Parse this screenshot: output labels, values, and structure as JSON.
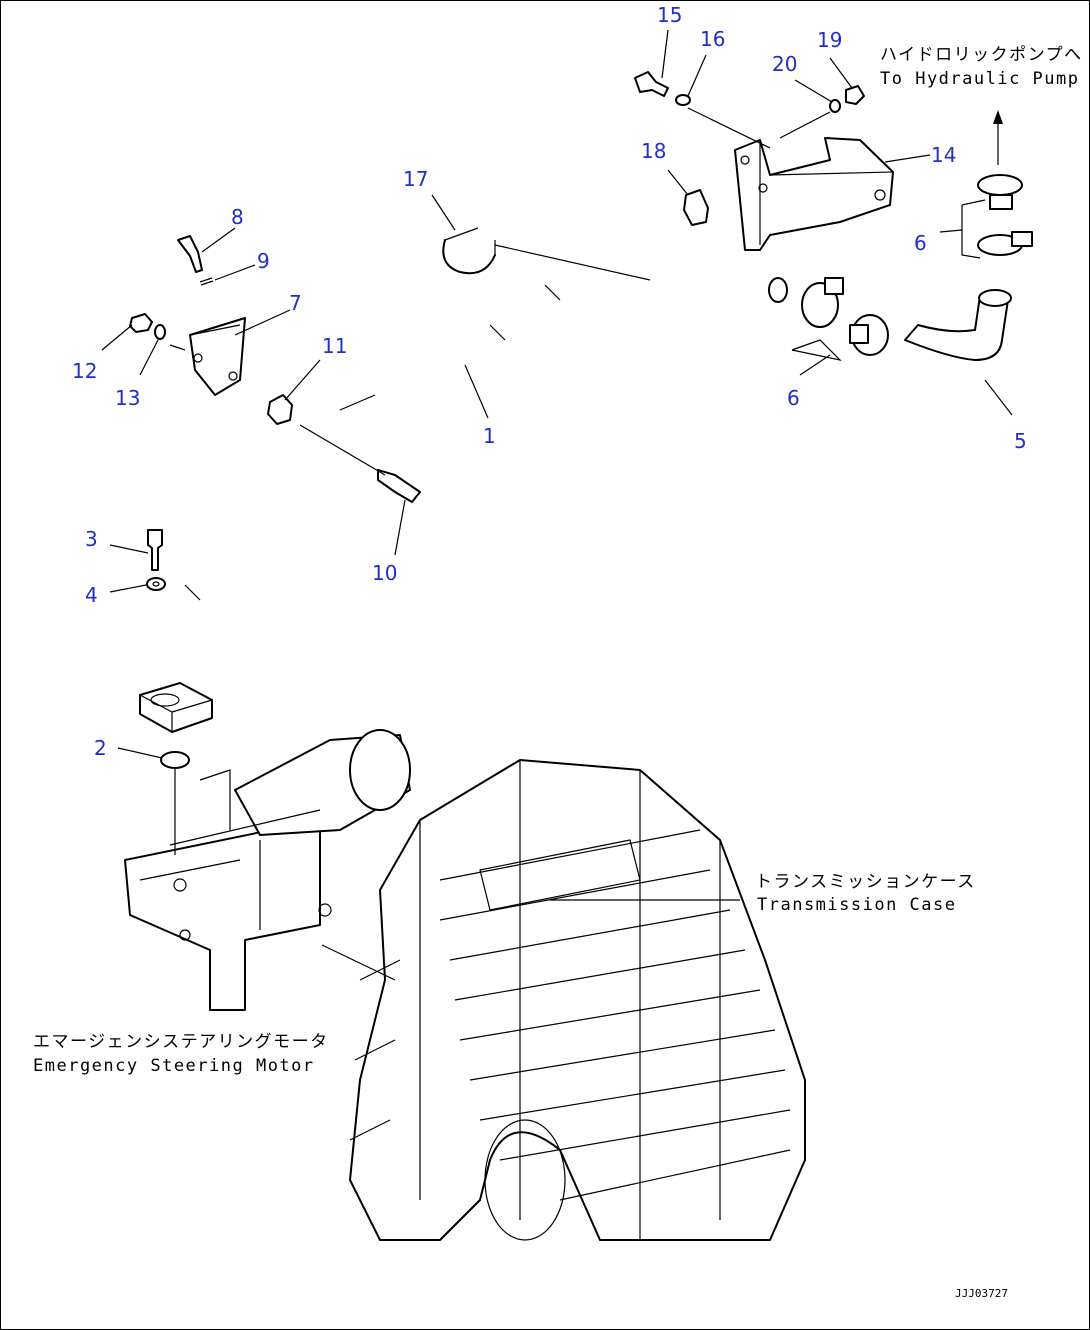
{
  "callouts": [
    "15",
    "16",
    "19",
    "20",
    "18",
    "14",
    "17",
    "8",
    "9",
    "7",
    "6",
    "12",
    "13",
    "11",
    "1",
    "6",
    "5",
    "3",
    "10",
    "4",
    "2"
  ],
  "labels": {
    "hydraulic_pump_jp": "ハイドロリックポンプへ",
    "hydraulic_pump_en": "To Hydraulic Pump",
    "transmission_case_jp": "トランスミッションケース",
    "transmission_case_en": "Transmission Case",
    "steering_motor_jp": "エマージェンシステアリングモータ",
    "steering_motor_en": "Emergency Steering Motor"
  },
  "drawing_code": "JJJ03727"
}
